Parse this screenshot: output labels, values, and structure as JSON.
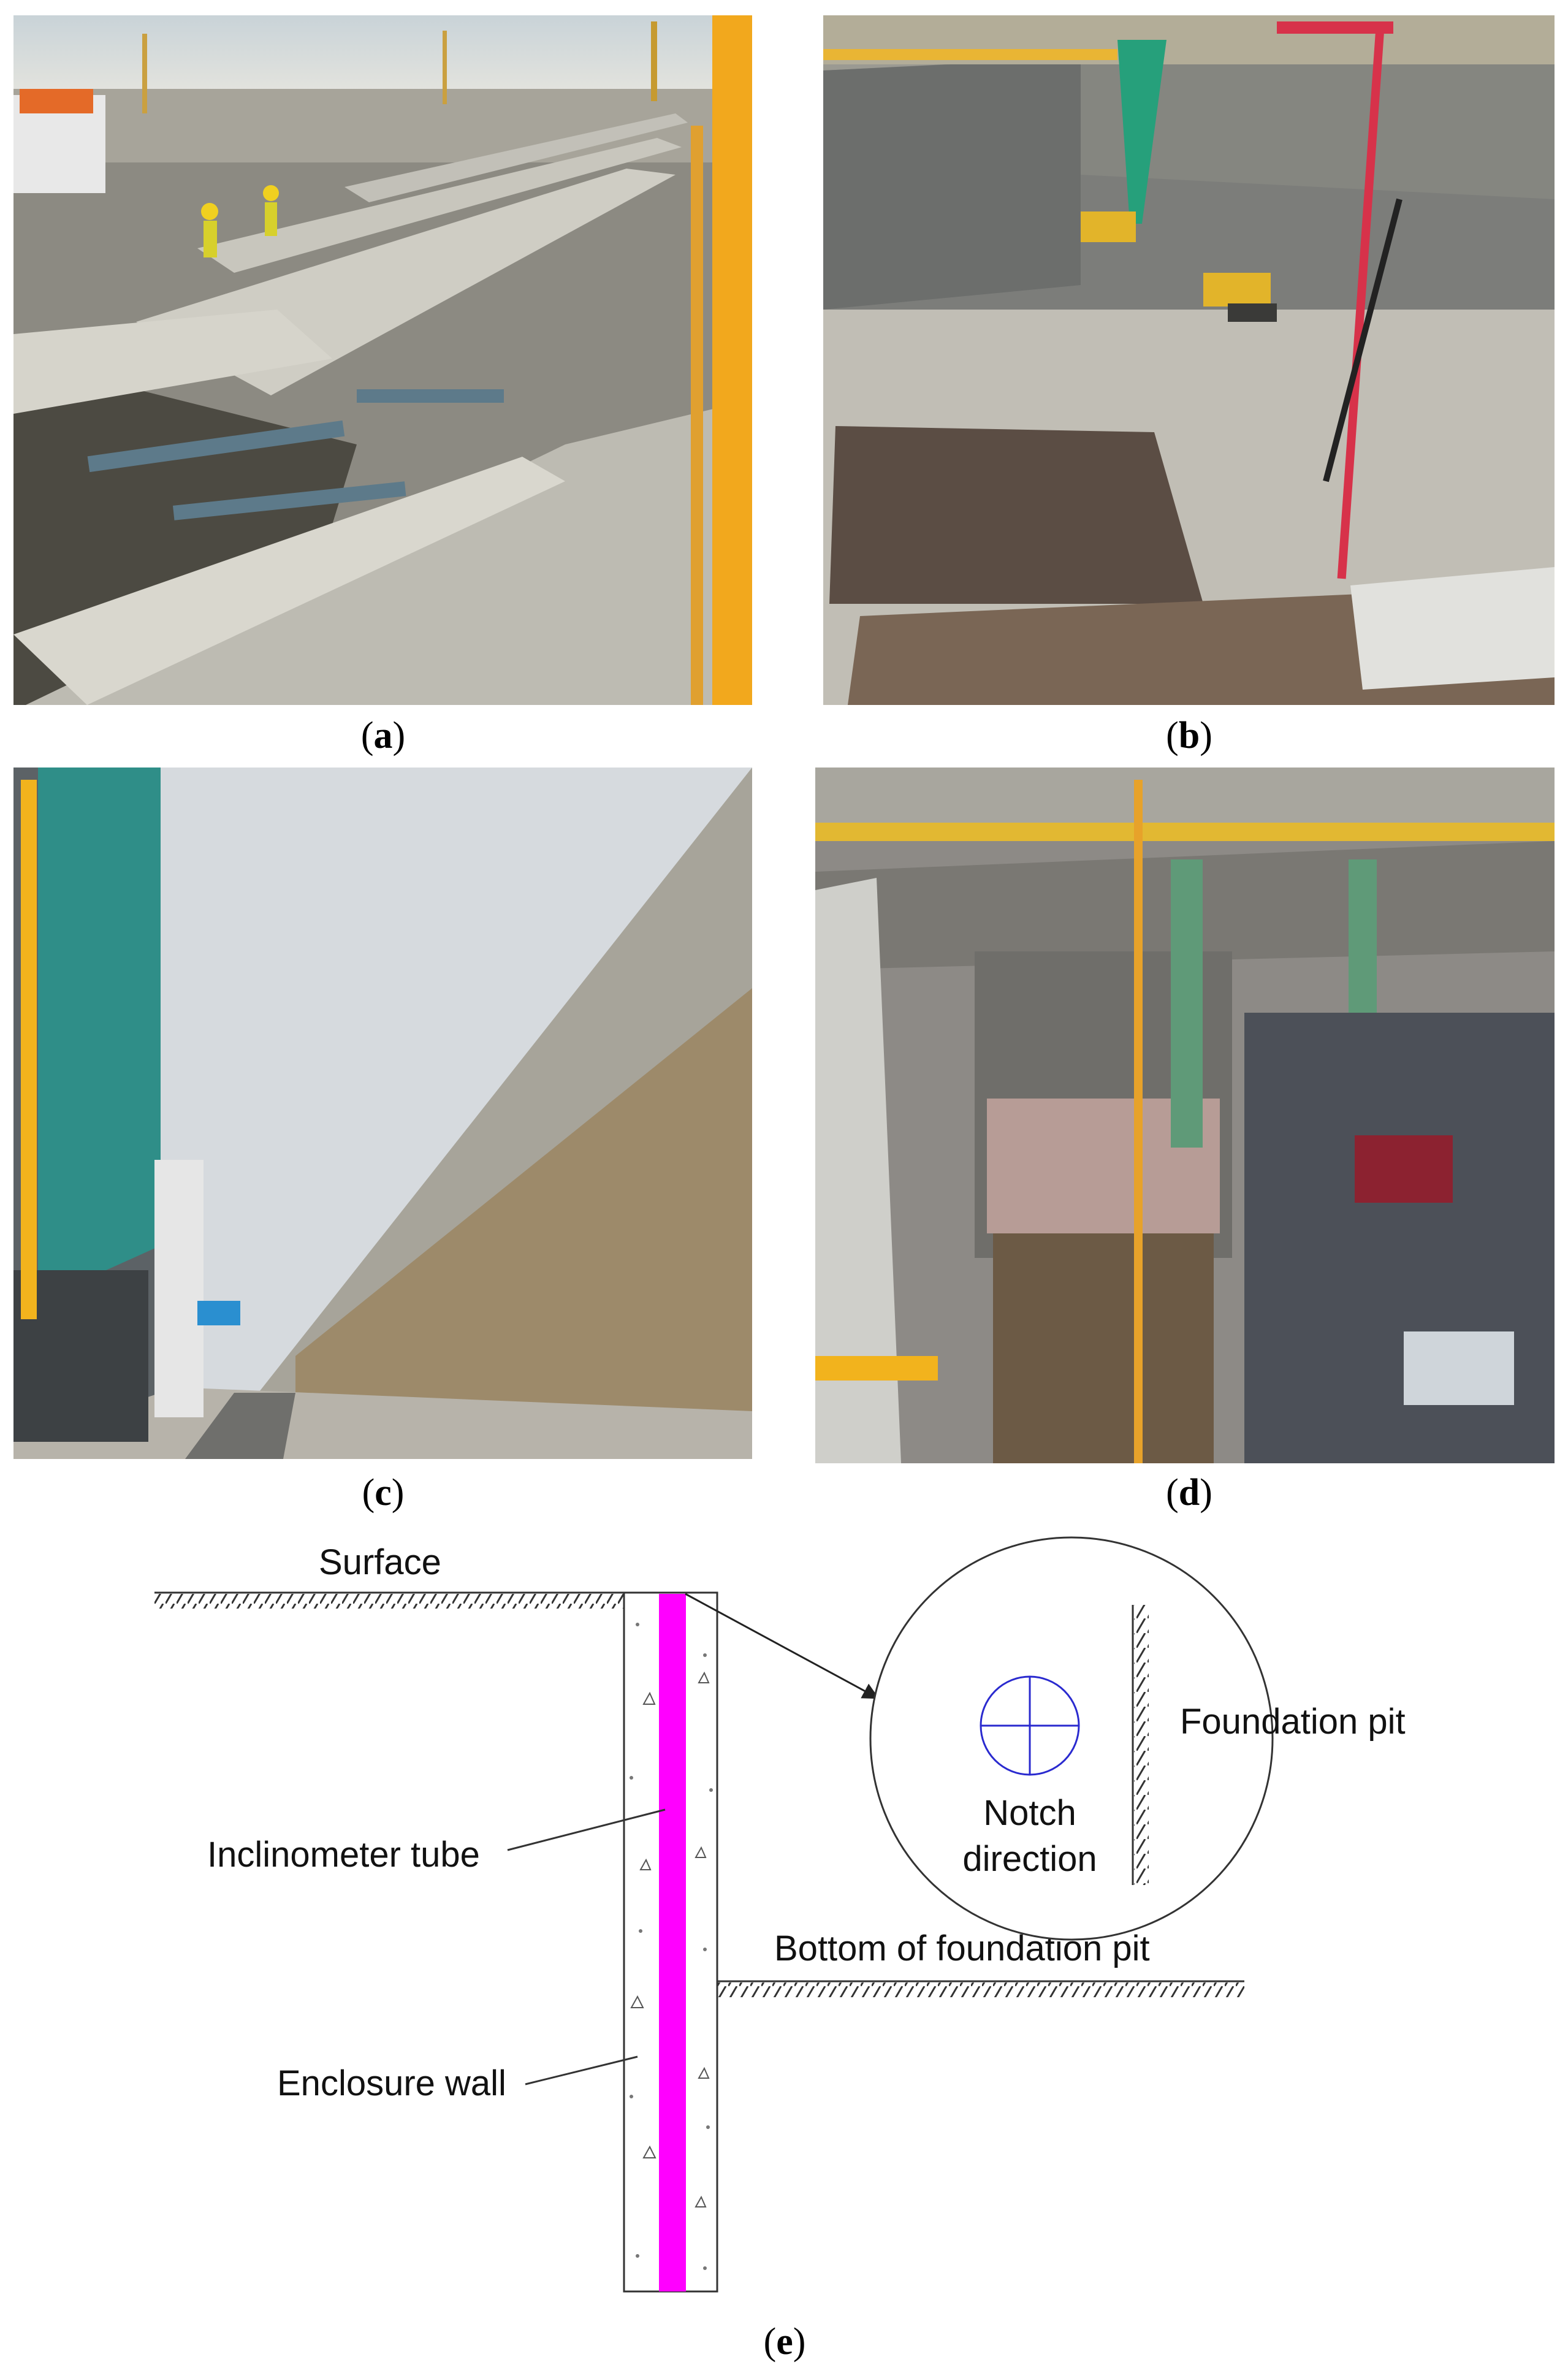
{
  "panels": [
    {
      "id": "a",
      "caption_open": "(",
      "caption_letter": "a",
      "caption_close": ")"
    },
    {
      "id": "b",
      "caption_open": "(",
      "caption_letter": "b",
      "caption_close": ")"
    },
    {
      "id": "c",
      "caption_open": "(",
      "caption_letter": "c",
      "caption_close": ")"
    },
    {
      "id": "d",
      "caption_open": "(",
      "caption_letter": "d",
      "caption_close": ")"
    },
    {
      "id": "e",
      "caption_open": "(",
      "caption_letter": "e",
      "caption_close": ")"
    }
  ],
  "diagram": {
    "surface_label": "Surface",
    "inclinometer_label": "Inclinometer tube",
    "enclosure_label": "Enclosure wall",
    "bottom_label": "Bottom of foundation pit",
    "foundation_pit_label": "Foundation pit",
    "notch_line1": "Notch",
    "notch_line2": "direction",
    "colors": {
      "tube": "#ff00ff",
      "notch_symbol": "#2a2acf",
      "line": "#333333"
    }
  }
}
